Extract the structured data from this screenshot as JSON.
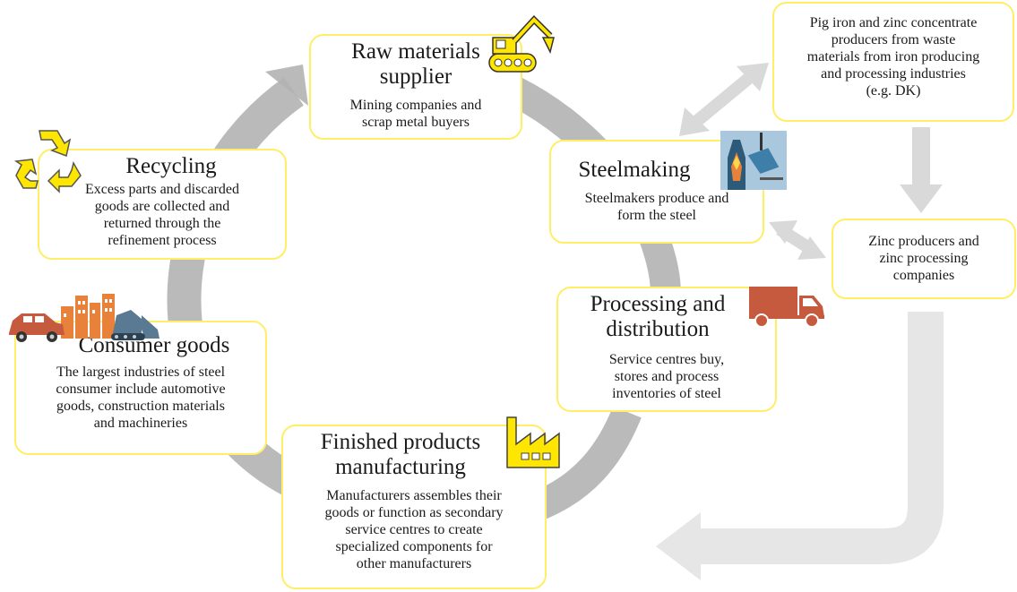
{
  "nodes": {
    "raw_materials": {
      "title_line1": "Raw materials",
      "title_line2": "supplier",
      "desc_line1": "Mining companies and",
      "desc_line2": "scrap metal buyers"
    },
    "recycling": {
      "title": "Recycling",
      "desc_line1": "Excess parts and discarded",
      "desc_line2": "goods are collected and",
      "desc_line3": "returned through the",
      "desc_line4": "refinement process"
    },
    "steelmaking": {
      "title": "Steelmaking",
      "desc_line1": "Steelmakers produce and",
      "desc_line2": "form the steel"
    },
    "consumer_goods": {
      "title": "Consumer goods",
      "desc_line1": "The largest industries of steel",
      "desc_line2": "consumer include automotive",
      "desc_line3": "goods, construction materials",
      "desc_line4": "and machineries"
    },
    "processing": {
      "title_line1": "Processing and",
      "title_line2": "distribution",
      "desc_line1": "Service centres buy,",
      "desc_line2": "stores and process",
      "desc_line3": "inventories of steel"
    },
    "finished_products": {
      "title_line1": "Finished products",
      "title_line2": "manufacturing",
      "desc_line1": "Manufacturers assembles their",
      "desc_line2": "goods or function as secondary",
      "desc_line3": "service centres to create",
      "desc_line4": "specialized components for",
      "desc_line5": "other manufacturers"
    },
    "pig_iron": {
      "line1": "Pig iron and zinc concentrate",
      "line2": "producers from waste",
      "line3": "materials from iron producing",
      "line4": "and processing industries",
      "line5": "(e.g. DK)"
    },
    "zinc_producers": {
      "line1": "Zinc producers and",
      "line2": "zinc processing",
      "line3": "companies"
    }
  },
  "icons": {
    "raw_materials": "excavator-icon",
    "recycling": "recycle-icon",
    "steelmaking": "steel-furnace-icon",
    "consumer_goods": "car-buildings-bulldozer-icon",
    "processing": "delivery-truck-icon",
    "finished_products": "factory-icon"
  },
  "colors": {
    "box_border": "#ffee66",
    "cycle_arrow": "#b3b3b3",
    "side_arrow": "#d9d9d9",
    "icon_yellow": "#ffe600",
    "icon_orange": "#e8823a",
    "icon_red": "#c65a3e",
    "icon_blue": "#5a7a94"
  }
}
